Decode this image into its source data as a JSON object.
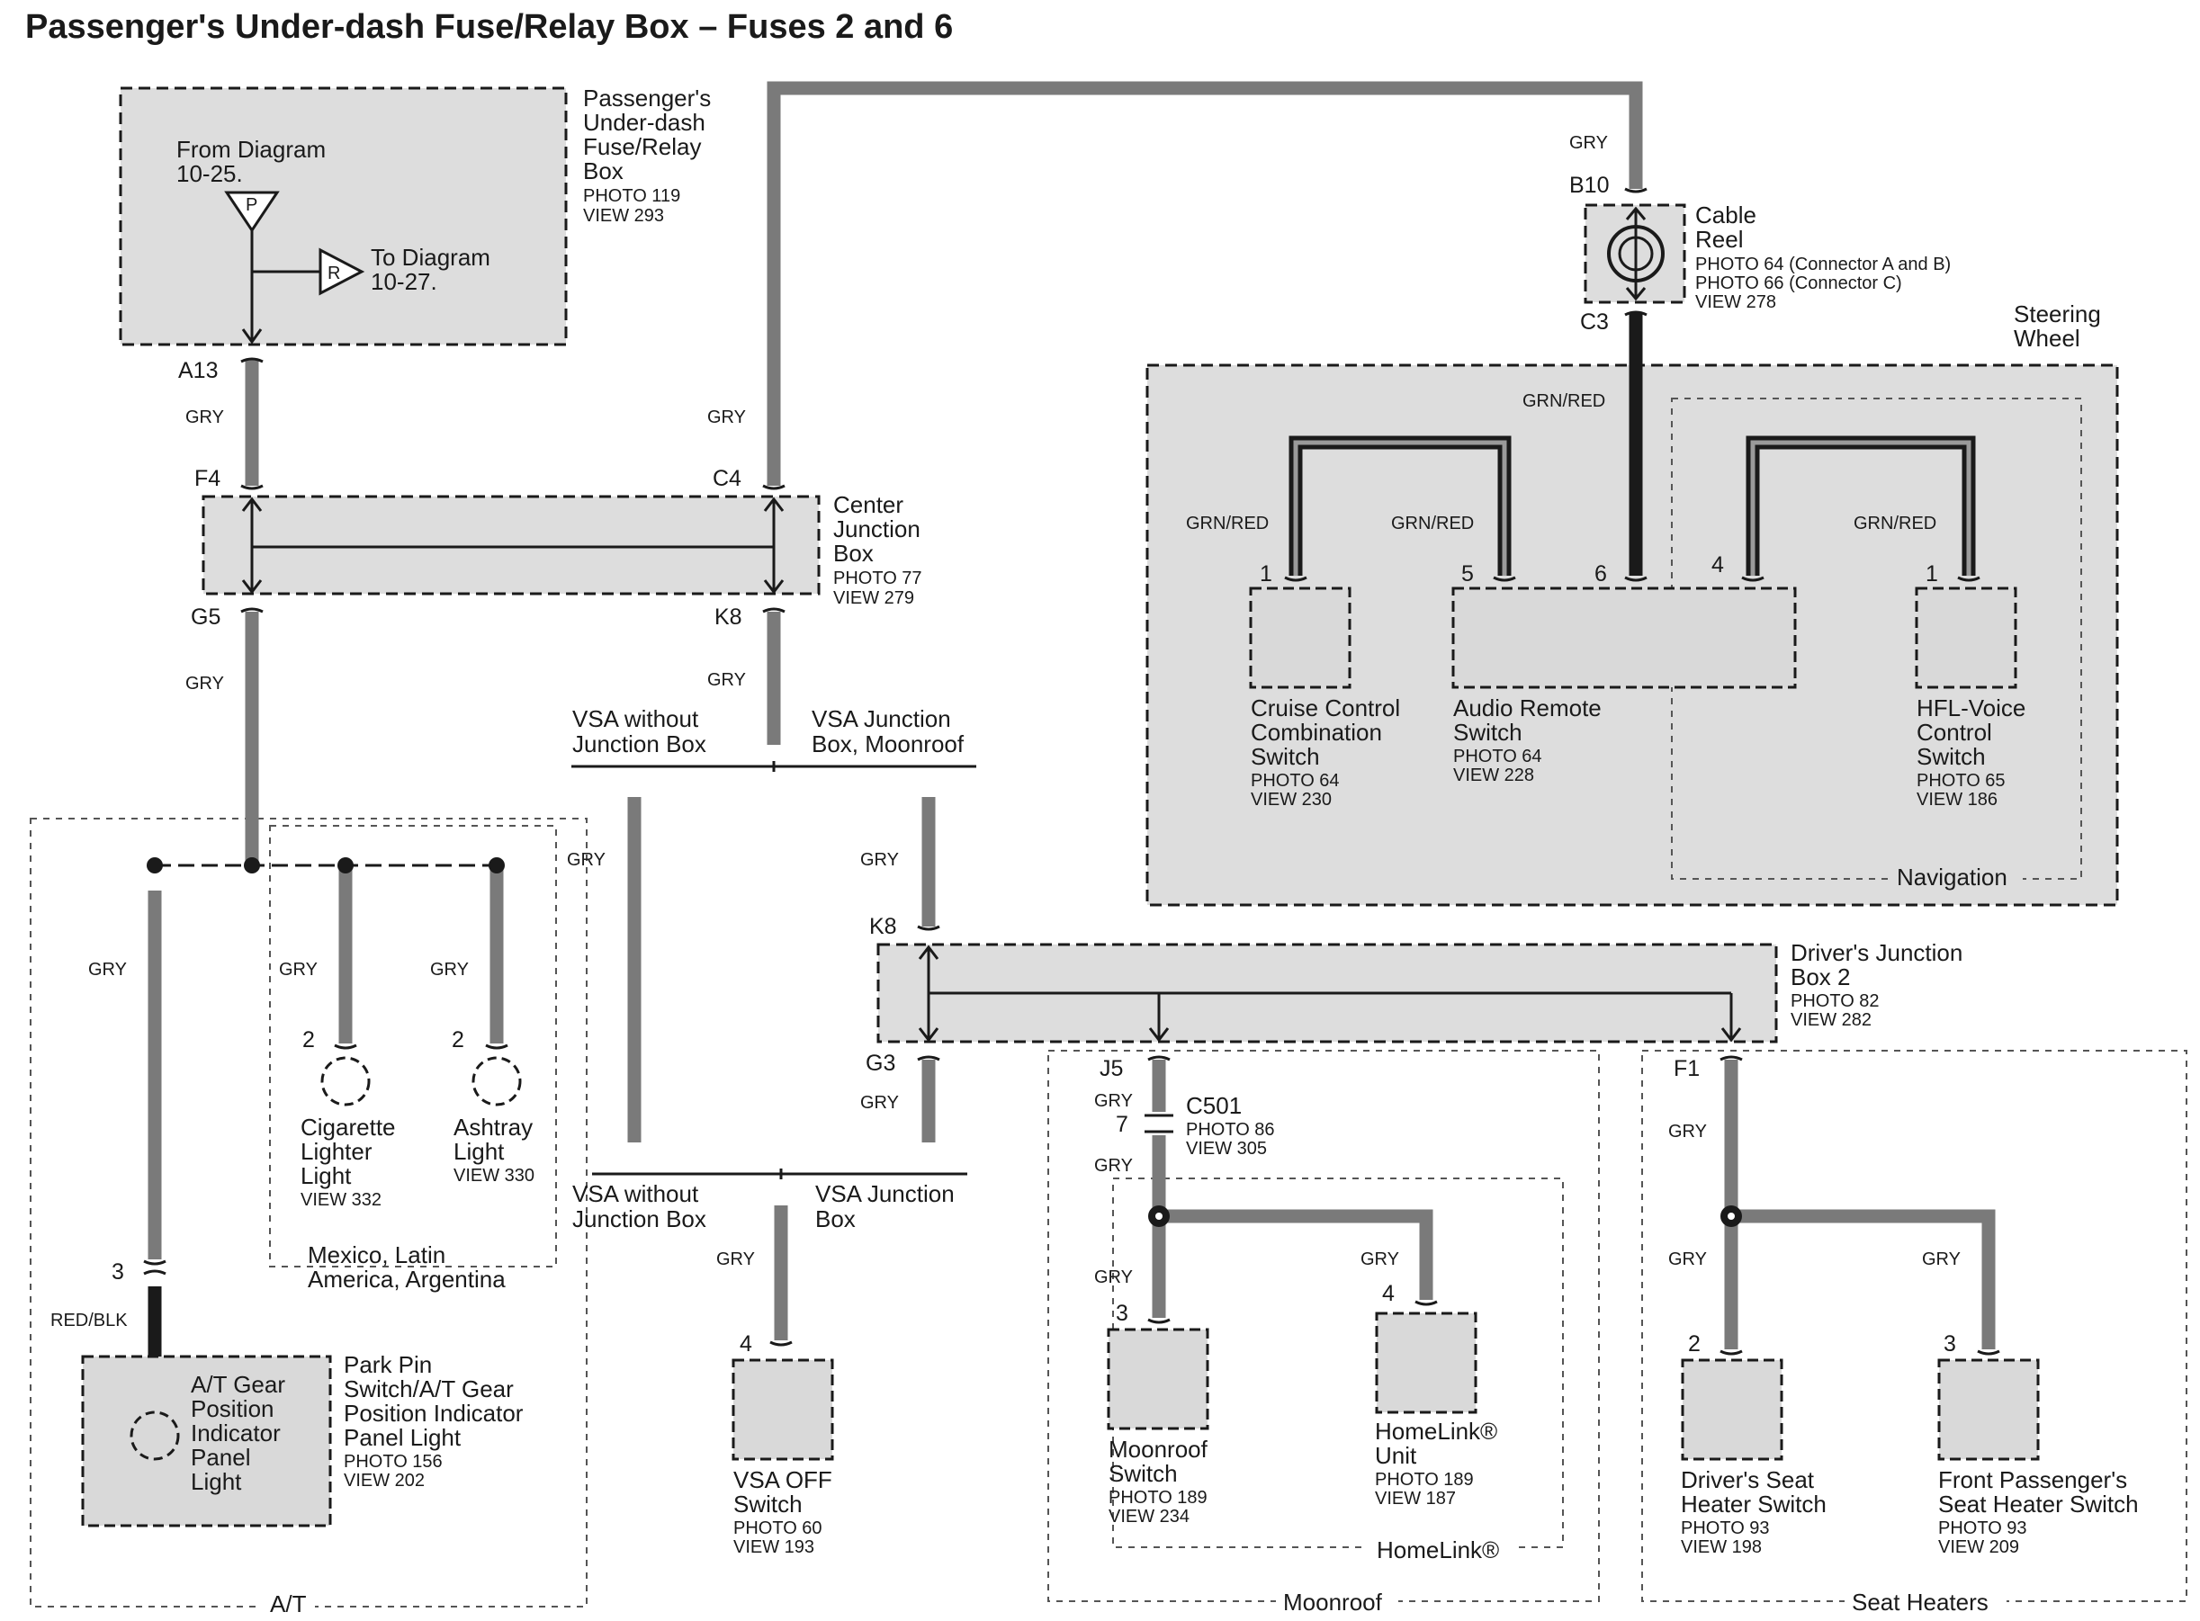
{
  "title": "Passenger's Under-dash Fuse/Relay Box – Fuses 2 and 6",
  "fuse_box": {
    "name": [
      "Passenger's",
      "Under-dash",
      "Fuse/Relay",
      "Box"
    ],
    "photo": "PHOTO 119",
    "view": "VIEW 293",
    "from_diagram": [
      "From Diagram",
      "10-25."
    ],
    "to_diagram": [
      "To Diagram",
      "10-27."
    ],
    "p_marker": "P",
    "r_marker": "R",
    "terminal": "A13"
  },
  "center_junction_box": {
    "name": [
      "Center",
      "Junction",
      "Box"
    ],
    "photo": "PHOTO 77",
    "view": "VIEW 279",
    "pins": [
      "F4",
      "C4",
      "G5",
      "K8"
    ]
  },
  "cable_reel": {
    "name": [
      "Cable",
      "Reel"
    ],
    "photo_a": "PHOTO 64 (Connector A and B)",
    "photo_c": "PHOTO 66 (Connector C)",
    "view": "VIEW 278",
    "pins": [
      "B10",
      "C3"
    ]
  },
  "steering_wheel": {
    "label": [
      "Steering",
      "Wheel"
    ],
    "navigation": "Navigation",
    "cruise": {
      "name": [
        "Cruise Control",
        "Combination",
        "Switch"
      ],
      "photo": "PHOTO 64",
      "view": "VIEW 230",
      "pin": "1"
    },
    "audio": {
      "name": [
        "Audio Remote",
        "Switch"
      ],
      "photo": "PHOTO 64",
      "view": "VIEW 228",
      "pins": [
        "5",
        "6",
        "4"
      ]
    },
    "hfl": {
      "name": [
        "HFL-Voice",
        "Control",
        "Switch"
      ],
      "photo": "PHOTO 65",
      "view": "VIEW 186",
      "pin": "1"
    }
  },
  "drivers_junction_box": {
    "name": [
      "Driver's Junction",
      "Box 2"
    ],
    "photo": "PHOTO 82",
    "view": "VIEW 282",
    "pins": [
      "K8",
      "G3",
      "J5",
      "F1"
    ]
  },
  "variants": {
    "top_left": [
      "VSA without",
      "Junction Box"
    ],
    "top_right": [
      "VSA Junction",
      "Box, Moonroof"
    ],
    "bottom_left": [
      "VSA without",
      "Junction Box"
    ],
    "bottom_right": [
      "VSA Junction",
      "Box"
    ]
  },
  "mexico_group": [
    "Mexico, Latin",
    "America, Argentina"
  ],
  "cigarette": {
    "name": [
      "Cigarette",
      "Lighter",
      "Light"
    ],
    "view": "VIEW 332",
    "pin": "2"
  },
  "ashtray": {
    "name": [
      "Ashtray",
      "Light"
    ],
    "view": "VIEW 330",
    "pin": "2"
  },
  "at_group": "A/T",
  "at_indicator": {
    "inner": [
      "A/T Gear",
      "Position",
      "Indicator",
      "Panel",
      "Light"
    ],
    "name": [
      "Park Pin",
      "Switch/A/T Gear",
      "Position Indicator",
      "Panel Light"
    ],
    "photo": "PHOTO 156",
    "view": "VIEW 202",
    "pin": "3"
  },
  "vsa_off": {
    "name": [
      "VSA OFF",
      "Switch"
    ],
    "photo": "PHOTO 60",
    "view": "VIEW 193",
    "pin": "4"
  },
  "c501": {
    "name": "C501",
    "photo": "PHOTO 86",
    "view": "VIEW 305",
    "pin": "7"
  },
  "moonroof_group": "Moonroof",
  "moonroof_switch": {
    "name": [
      "Moonroof",
      "Switch"
    ],
    "photo": "PHOTO 189",
    "view": "VIEW 234",
    "pin": "3"
  },
  "homelink_group": "HomeLink®",
  "homelink_unit": {
    "name": [
      "HomeLink®",
      "Unit"
    ],
    "photo": "PHOTO 189",
    "view": "VIEW 187",
    "pin": "4"
  },
  "seat_heaters_group": "Seat Heaters",
  "driver_seat": {
    "name": [
      "Driver's Seat",
      "Heater Switch"
    ],
    "photo": "PHOTO 93",
    "view": "VIEW 198",
    "pin": "2"
  },
  "pass_seat": {
    "name": [
      "Front Passenger's",
      "Seat Heater Switch"
    ],
    "photo": "PHOTO 93",
    "view": "VIEW 209",
    "pin": "3"
  },
  "wire_colors": {
    "gry": "GRY",
    "grnred": "GRN/RED",
    "redblk": "RED/BLK"
  }
}
